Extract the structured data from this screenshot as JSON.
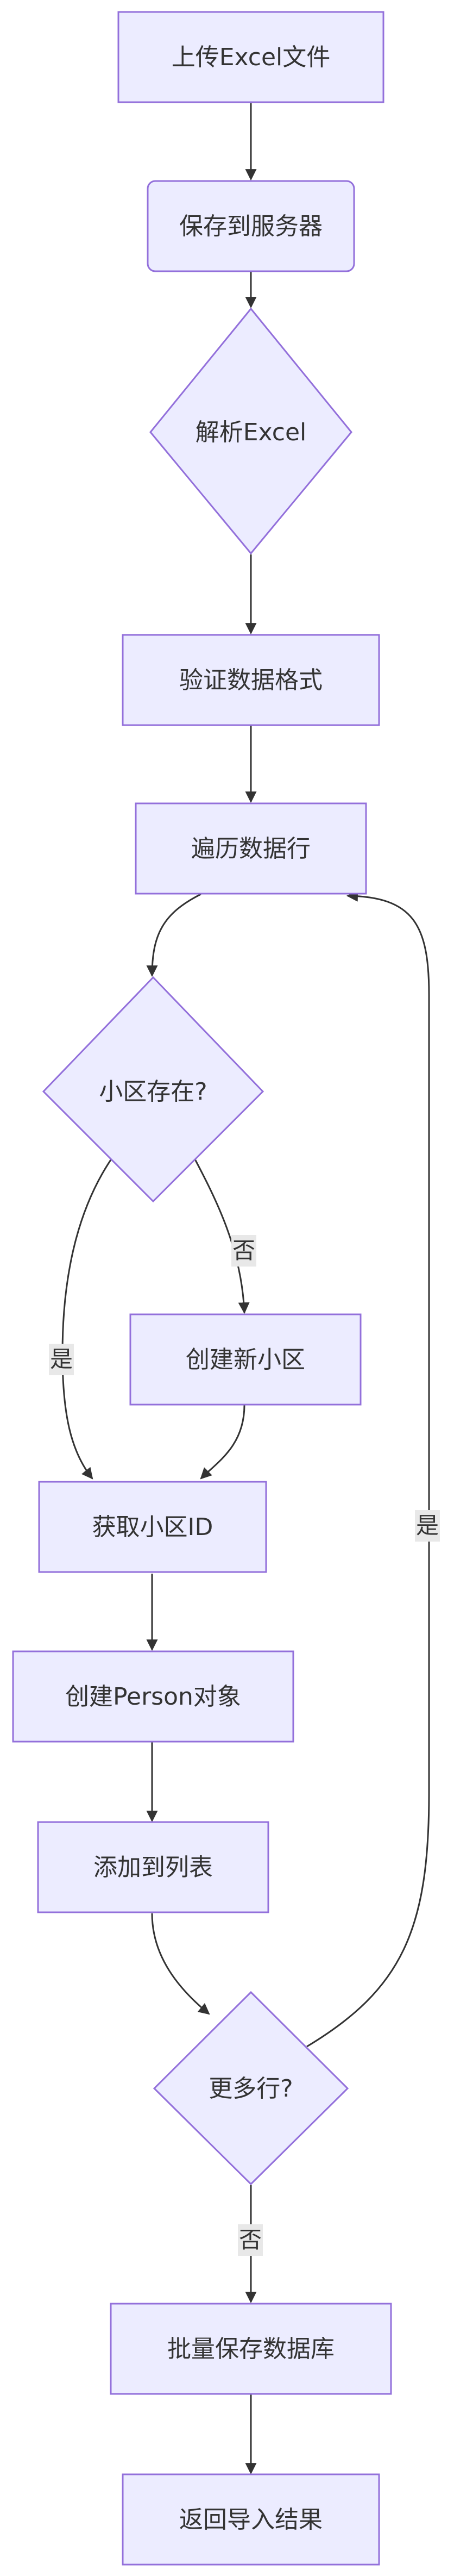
{
  "nodes": {
    "upload": "上传Excel文件",
    "save_server": "保存到服务器",
    "parse": "解析Excel",
    "validate": "验证数据格式",
    "iterate": "遍历数据行",
    "community_exists": "小区存在?",
    "create_community": "创建新小区",
    "get_id": "获取小区ID",
    "create_person": "创建Person对象",
    "add_list": "添加到列表",
    "more_rows": "更多行?",
    "batch_save": "批量保存数据库",
    "return_result": "返回导入结果"
  },
  "edge_labels": {
    "exists_no": "否",
    "exists_yes": "是",
    "more_yes": "是",
    "more_no": "否"
  },
  "colors": {
    "node_fill": "#ececff",
    "node_stroke": "#9370db",
    "edge": "#333333",
    "edge_label_bg": "#e8e8e8"
  }
}
